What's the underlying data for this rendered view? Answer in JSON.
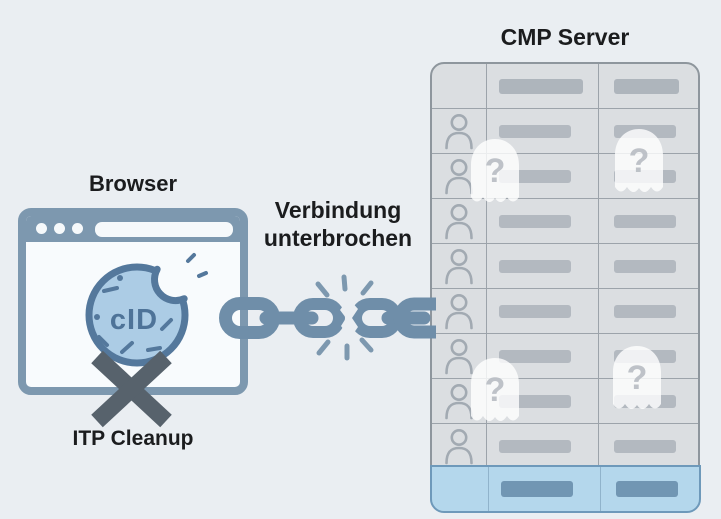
{
  "header": {
    "browser_title": "Browser",
    "server_title": "CMP Server"
  },
  "connection": {
    "status": "Verbindung unterbrochen"
  },
  "browser": {
    "cookie_label": "cID",
    "caption": "ITP Cleanup"
  },
  "server": {
    "user_row_count": 8,
    "ghost_count": 4,
    "ghost_question_mark": "?"
  },
  "colors": {
    "bg": "#eaeef2",
    "slate": "#7d98af",
    "chain": "#6f8ea9",
    "cookie-fill": "#accce5",
    "cookie-stroke": "#54789c",
    "x-color": "#57626c",
    "table-bg": "#dbdee1",
    "table-border": "#8e969d",
    "bar": "#b3b9c0",
    "footer-bg": "#b4d7ec",
    "footer-bar": "#7196b3",
    "footer-border": "#6e99ba"
  }
}
